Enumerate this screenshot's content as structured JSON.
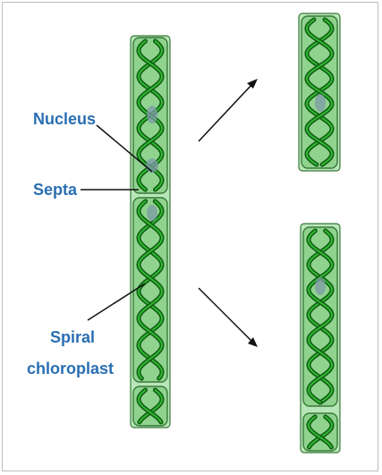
{
  "labels": {
    "nucleus": "Nucleus",
    "septa": "Septa",
    "spiral_line1": "Spiral",
    "spiral_line2": "chloroplast"
  },
  "colors": {
    "cell_fill": "#8fd38f",
    "cell_border": "#3a7a3a",
    "chloroplast_dark": "#0f5a12",
    "chloroplast_light": "#35c235",
    "nucleus": "#7f9aa8",
    "label_text": "#2a6fb3",
    "leader_line": "#111111"
  }
}
